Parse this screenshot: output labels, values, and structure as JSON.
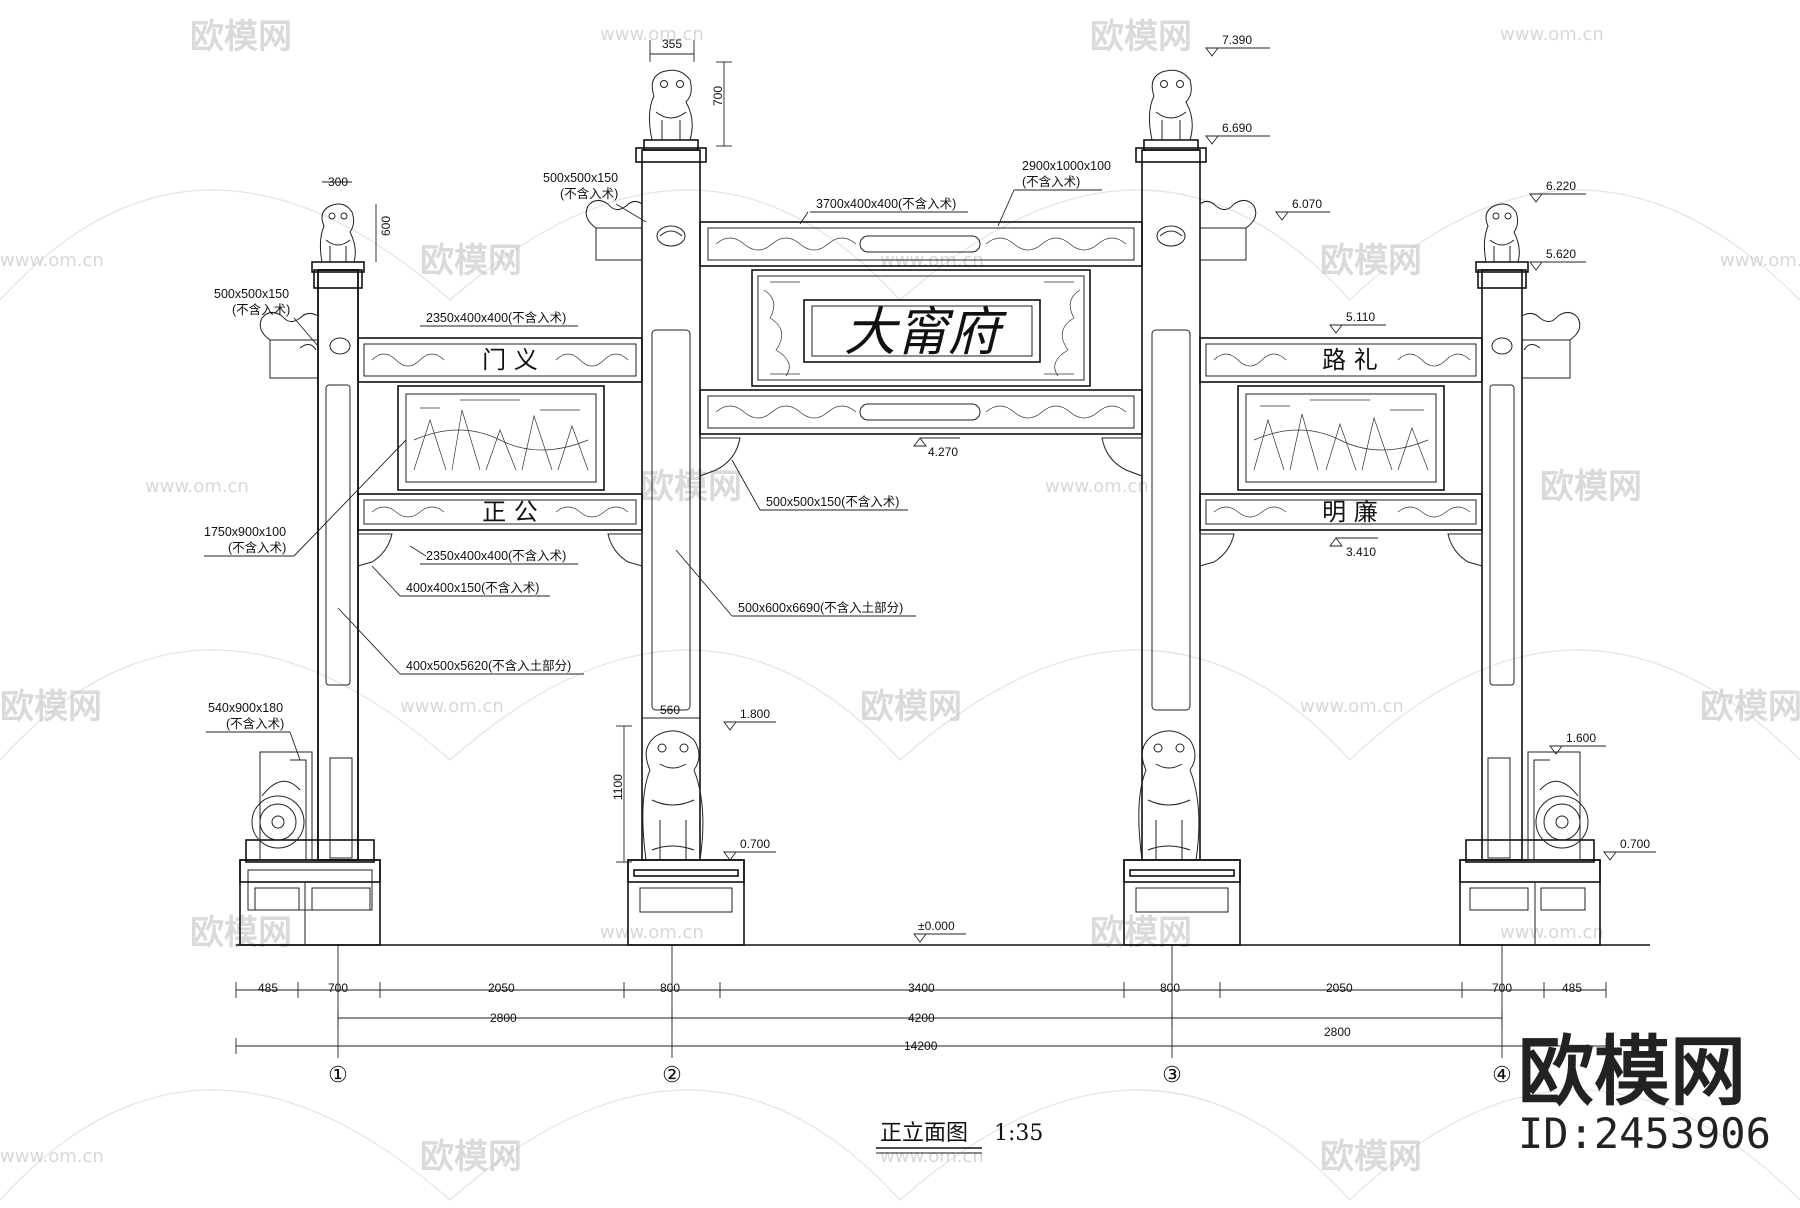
{
  "drawing": {
    "title": "正立面图",
    "scale": "1:35",
    "main_plaque": "大甯府",
    "left_top_panel": "门 义",
    "left_bottom_panel": "正 公",
    "right_top_panel": "路 礼",
    "right_bottom_panel": "明 廉"
  },
  "labels": {
    "top_dim_355": "355",
    "top_dim_700": "700",
    "top_dim_300": "300",
    "top_dim_600": "600",
    "cap_center": "500x500x150",
    "cap_center_note": "(不含入术)",
    "cap_side": "500x500x150",
    "cap_side_note": "(不含入术)",
    "beam_center_top": "3700x400x400(不含入术)",
    "plaque_center": "2900x1000x100",
    "plaque_center_note": "(不含入术)",
    "beam_side_top": "2350x400x400(不含入术)",
    "panel_side": "1750x900x100",
    "panel_side_note": "(不含入术)",
    "beam_side_bottom": "2350x400x400(不含入术)",
    "bracket_side": "400x400x150(不含入术)",
    "column_side": "400x500x5620(不含入土部分)",
    "base_side": "540x900x180",
    "base_side_note": "(不含入术)",
    "bracket_center": "500x500x150(不含入术)",
    "column_center": "500x600x6690(不含入土部分)",
    "dim_560": "560",
    "dim_1100": "1100"
  },
  "elevations": {
    "e7390": "7.390",
    "e6690": "6.690",
    "e6070": "6.070",
    "e6220": "6.220",
    "e5620": "5.620",
    "e5110": "5.110",
    "e4270": "4.270",
    "e3410": "3.410",
    "e1800": "1.800",
    "e1600": "1.600",
    "e0700a": "0.700",
    "e0700b": "0.700",
    "e0000": "±0.000"
  },
  "bottom_dims": {
    "row1": [
      "485",
      "700",
      "2050",
      "800",
      "3400",
      "800",
      "2050",
      "700",
      "485"
    ],
    "row2": [
      "2800",
      "4200",
      "2800"
    ],
    "total": "14200"
  },
  "axes": [
    "①",
    "②",
    "③",
    "④"
  ],
  "watermark": {
    "brand": "欧模网",
    "url": "www.om.cn",
    "id": "ID:2453906"
  }
}
